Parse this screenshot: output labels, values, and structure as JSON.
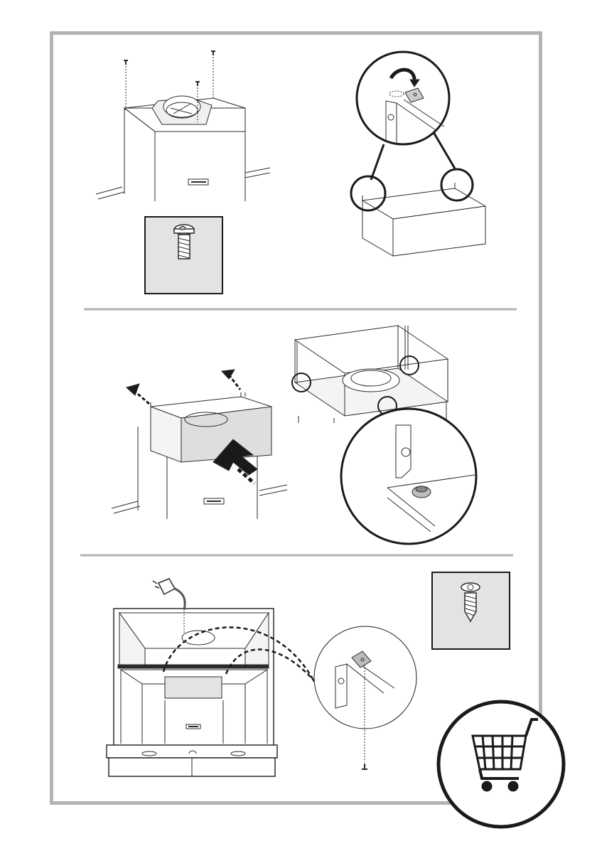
{
  "page": {
    "colors": {
      "frame": "#b3b3b3",
      "line": "#2b2b2b",
      "panel_fill": "#e3e3e3",
      "separator": "#b3b3b3",
      "cart_ring": "#1a1a1a"
    }
  },
  "steps": [
    {
      "id": 1,
      "elements": [
        "cabinet-with-bracket",
        "screws",
        "screw-detail-inset",
        "bracket-rotate-detail",
        "frame-corner-callouts"
      ],
      "icons": [
        "screw-icon",
        "rotate-arrow-icon"
      ]
    },
    {
      "id": 2,
      "elements": [
        "upper-frame-lift",
        "push-arrow",
        "frame-fitted-view",
        "bracket-nut-detail"
      ],
      "icons": [
        "arrow-up-icon",
        "push-arrow-icon"
      ]
    },
    {
      "id": 3,
      "elements": [
        "hood-assembly-front",
        "power-plug",
        "bracket-screw-detail",
        "self-tapping-screw-inset"
      ],
      "icons": [
        "plug-icon",
        "self-tapping-screw-icon",
        "shopping-cart-icon"
      ]
    }
  ],
  "labels": {
    "product_plate": "◀▬ ■ ▬"
  }
}
